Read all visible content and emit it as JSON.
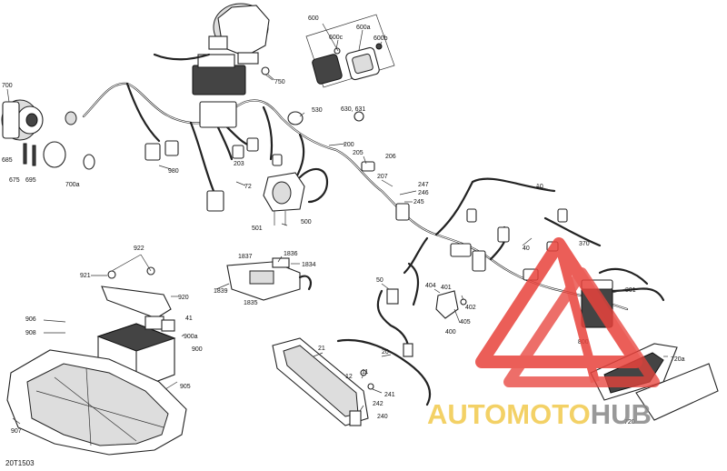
{
  "diagram": {
    "reference_code": "20T1503",
    "callouts": {
      "c600": "600",
      "c600c": "600c",
      "c600a": "600a",
      "c600b": "600b",
      "c700": "700",
      "c700a": "700a",
      "c685": "685",
      "c675": "675",
      "c695": "695",
      "c750": "750",
      "c530": "530",
      "c630": "630, 631",
      "c200": "200",
      "c205": "205",
      "c206": "206",
      "c207": "207",
      "c247": "247",
      "c246": "246",
      "c245": "245",
      "c10": "10",
      "c40": "40",
      "c370": "370",
      "c980": "980",
      "c203": "203",
      "c72": "72",
      "c501": "501",
      "c500": "500",
      "c1837": "1837",
      "c1836": "1836",
      "c1834": "1834",
      "c1839": "1839",
      "c1835": "1835",
      "c922": "922",
      "c921": "921",
      "c920": "920",
      "c906": "906",
      "c908": "908",
      "c41": "41",
      "c900a": "900a",
      "c900": "900",
      "c905": "905",
      "c907": "907",
      "c50": "50",
      "c404": "404",
      "c401": "401",
      "c402": "402",
      "c400": "400",
      "c405": "405",
      "c801": "801",
      "c800": "800",
      "c720a": "720a",
      "c720": "720",
      "c21": "21",
      "c20": "20",
      "c11": "11",
      "c12": "12",
      "c241": "241",
      "c242": "242",
      "c240": "240"
    }
  },
  "watermark": {
    "brand_part1": "AUTOMOTO",
    "brand_part2": "HUB",
    "color_brand": "#f2c94c",
    "color_hub": "#888888",
    "color_logo": "#e8433c"
  }
}
